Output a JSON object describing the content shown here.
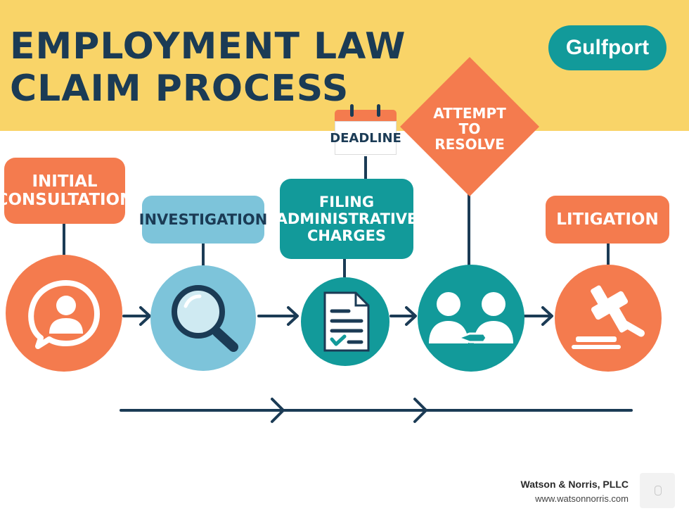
{
  "header": {
    "title_lines": [
      "EMPLOYMENT LAW",
      "CLAIM PROCESS"
    ],
    "location": "Gulfport"
  },
  "steps": [
    {
      "label_lines": [
        "INITIAL",
        "CONSULTATION"
      ],
      "icon": "person-chat-icon",
      "color": "#F47B4E"
    },
    {
      "label_lines": [
        "INVESTIGATION"
      ],
      "icon": "magnifying-glass-icon",
      "color": "#7DC4DA"
    },
    {
      "label_lines": [
        "FILING",
        "ADMINISTRATIVE",
        "CHARGES"
      ],
      "icon": "document-check-icon",
      "color": "#129A9A"
    },
    {
      "label_lines": [
        "ATTEMPT",
        "TO",
        "RESOLVE"
      ],
      "icon": "two-people-handshake-icon",
      "color": "#129A9A"
    },
    {
      "label_lines": [
        "LITIGATION"
      ],
      "icon": "gavel-icon",
      "color": "#F47B4E"
    }
  ],
  "deadline": {
    "label": "DEADLINE",
    "icon": "calendar-icon"
  },
  "footer": {
    "firm": "Watson & Norris, PLLC",
    "url": "www.watsonnorris.com",
    "logo_icon": "seal-icon"
  },
  "colors": {
    "banner": "#F9D468",
    "navy": "#1B3B55",
    "orange": "#F47B4E",
    "teal": "#129A9A",
    "light_blue": "#7DC4DA"
  }
}
